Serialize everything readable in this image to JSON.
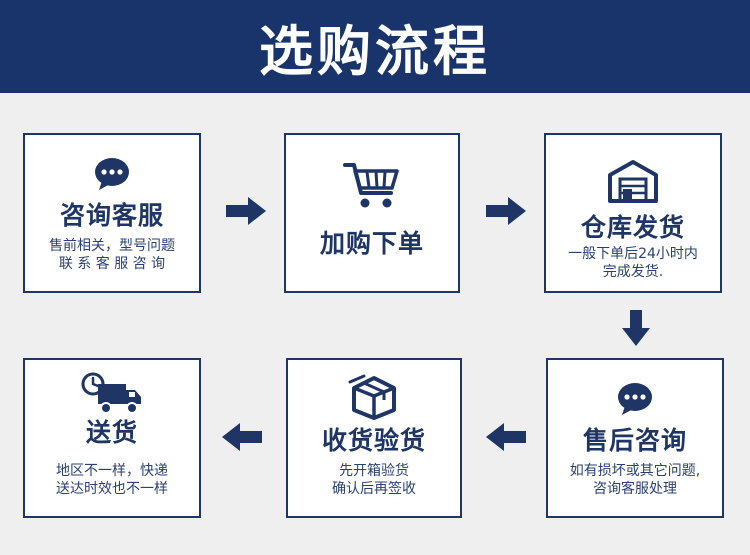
{
  "header": {
    "title": "选购流程"
  },
  "colors": {
    "navy": "#19346b",
    "card_border": "#1e3566",
    "background": "#efefef"
  },
  "steps": [
    {
      "title": "咨询客服",
      "desc_1": "售前相关，型号问题",
      "desc_2": "联 系 客 服 咨 询",
      "icon": "chat-bubble-icon"
    },
    {
      "title": "加购下单",
      "icon": "shopping-cart-icon"
    },
    {
      "title": "仓库发货",
      "desc_1": "一般下单后24小时内",
      "desc_2": "完成发货.",
      "icon": "warehouse-icon"
    },
    {
      "title": "售后咨询",
      "desc_1": "如有损坏或其它问题,",
      "desc_2": "咨询客服处理",
      "icon": "chat-bubble-icon"
    },
    {
      "title": "收货验货",
      "desc_1": "先开箱验货",
      "desc_2": "确认后再签收",
      "icon": "package-box-icon"
    },
    {
      "title": "送货",
      "desc_1": "地区不一样，快递",
      "desc_2": "送达时效也不一样",
      "icon": "delivery-truck-icon"
    }
  ]
}
